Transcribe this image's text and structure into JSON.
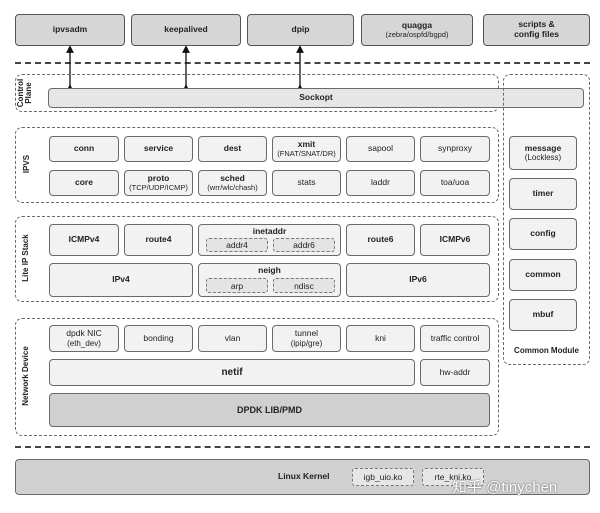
{
  "top_tools": [
    {
      "name": "ipvsadm",
      "sub": ""
    },
    {
      "name": "keepalived",
      "sub": ""
    },
    {
      "name": "dpip",
      "sub": ""
    },
    {
      "name": "quagga",
      "sub": "(zebra/ospfd/bgpd)"
    },
    {
      "name": "scripts &",
      "sub": "config files"
    }
  ],
  "control_plane": {
    "label": "Control\nPlane",
    "sockopt": "Sockopt"
  },
  "ipvs": {
    "label": "IPVS",
    "row1": [
      {
        "name": "conn",
        "sub": ""
      },
      {
        "name": "service",
        "sub": ""
      },
      {
        "name": "dest",
        "sub": ""
      },
      {
        "name": "xmit",
        "sub": "(FNAT/SNAT/DR)"
      },
      {
        "name": "sapool",
        "sub": ""
      },
      {
        "name": "synproxy",
        "sub": ""
      }
    ],
    "row2": [
      {
        "name": "core",
        "sub": ""
      },
      {
        "name": "proto",
        "sub": "(TCP/UDP/ICMP)"
      },
      {
        "name": "sched",
        "sub": "(wrr/wlc/chash)"
      },
      {
        "name": "stats",
        "sub": ""
      },
      {
        "name": "laddr",
        "sub": ""
      },
      {
        "name": "toa/uoa",
        "sub": ""
      }
    ]
  },
  "lite_ip": {
    "label": "Lite IP Stack",
    "icmpv4": "ICMPv4",
    "route4": "route4",
    "inetaddr": "inetaddr",
    "addr4": "addr4",
    "addr6": "addr6",
    "route6": "route6",
    "icmpv6": "ICMPv6",
    "ipv4": "IPv4",
    "neigh": "neigh",
    "arp": "arp",
    "ndisc": "ndisc",
    "ipv6": "IPv6"
  },
  "network_device": {
    "label": "Network Device",
    "row1": [
      {
        "name": "dpdk NIC",
        "sub": "(eth_dev)"
      },
      {
        "name": "bonding",
        "sub": ""
      },
      {
        "name": "vlan",
        "sub": ""
      },
      {
        "name": "tunnel",
        "sub": "(ipip/gre)"
      },
      {
        "name": "kni",
        "sub": ""
      },
      {
        "name": "traffic control",
        "sub": ""
      }
    ],
    "netif": "netif",
    "hw_addr": "hw-addr",
    "dpdk_lib": "DPDK LIB/PMD"
  },
  "common_module": {
    "label": "Common Module",
    "items": [
      {
        "name": "message",
        "sub": "(Lockless)"
      },
      {
        "name": "timer",
        "sub": ""
      },
      {
        "name": "config",
        "sub": ""
      },
      {
        "name": "common",
        "sub": ""
      },
      {
        "name": "mbuf",
        "sub": ""
      }
    ]
  },
  "kernel": {
    "label": "Linux Kernel",
    "mod1": "igb_uio.ko",
    "mod2": "rte_kni.ko"
  },
  "watermark": "知乎 @tinychen"
}
